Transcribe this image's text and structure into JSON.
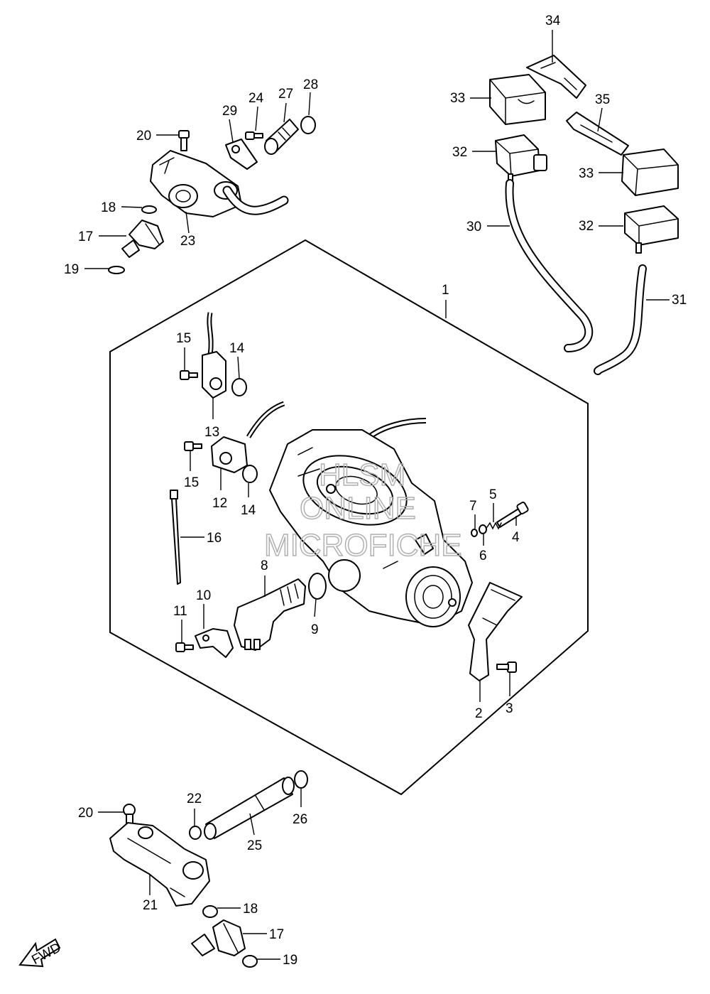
{
  "watermark": [
    "HLSM",
    "ONLINE",
    "MICROFICHE"
  ],
  "fwd_label": "FWD",
  "callouts": [
    {
      "id": "c34",
      "text": "34"
    },
    {
      "id": "c33a",
      "text": "33"
    },
    {
      "id": "c35",
      "text": "35"
    },
    {
      "id": "c32a",
      "text": "32"
    },
    {
      "id": "c33b",
      "text": "33"
    },
    {
      "id": "c30",
      "text": "30"
    },
    {
      "id": "c32b",
      "text": "32"
    },
    {
      "id": "c31",
      "text": "31"
    },
    {
      "id": "c1",
      "text": "1"
    },
    {
      "id": "c29",
      "text": "29"
    },
    {
      "id": "c24",
      "text": "24"
    },
    {
      "id": "c27",
      "text": "27"
    },
    {
      "id": "c28",
      "text": "28"
    },
    {
      "id": "c20a",
      "text": "20"
    },
    {
      "id": "c18a",
      "text": "18"
    },
    {
      "id": "c17a",
      "text": "17"
    },
    {
      "id": "c23",
      "text": "23"
    },
    {
      "id": "c19a",
      "text": "19"
    },
    {
      "id": "c15a",
      "text": "15"
    },
    {
      "id": "c14a",
      "text": "14"
    },
    {
      "id": "c13",
      "text": "13"
    },
    {
      "id": "c15b",
      "text": "15"
    },
    {
      "id": "c12",
      "text": "12"
    },
    {
      "id": "c14b",
      "text": "14"
    },
    {
      "id": "c16",
      "text": "16"
    },
    {
      "id": "c7",
      "text": "7"
    },
    {
      "id": "c5",
      "text": "5"
    },
    {
      "id": "c4",
      "text": "4"
    },
    {
      "id": "c6",
      "text": "6"
    },
    {
      "id": "c8",
      "text": "8"
    },
    {
      "id": "c9",
      "text": "9"
    },
    {
      "id": "c10",
      "text": "10"
    },
    {
      "id": "c11",
      "text": "11"
    },
    {
      "id": "c2",
      "text": "2"
    },
    {
      "id": "c3",
      "text": "3"
    },
    {
      "id": "c22",
      "text": "22"
    },
    {
      "id": "c26",
      "text": "26"
    },
    {
      "id": "c20b",
      "text": "20"
    },
    {
      "id": "c25",
      "text": "25"
    },
    {
      "id": "c21",
      "text": "21"
    },
    {
      "id": "c18b",
      "text": "18"
    },
    {
      "id": "c17b",
      "text": "17"
    },
    {
      "id": "c19b",
      "text": "19"
    }
  ]
}
